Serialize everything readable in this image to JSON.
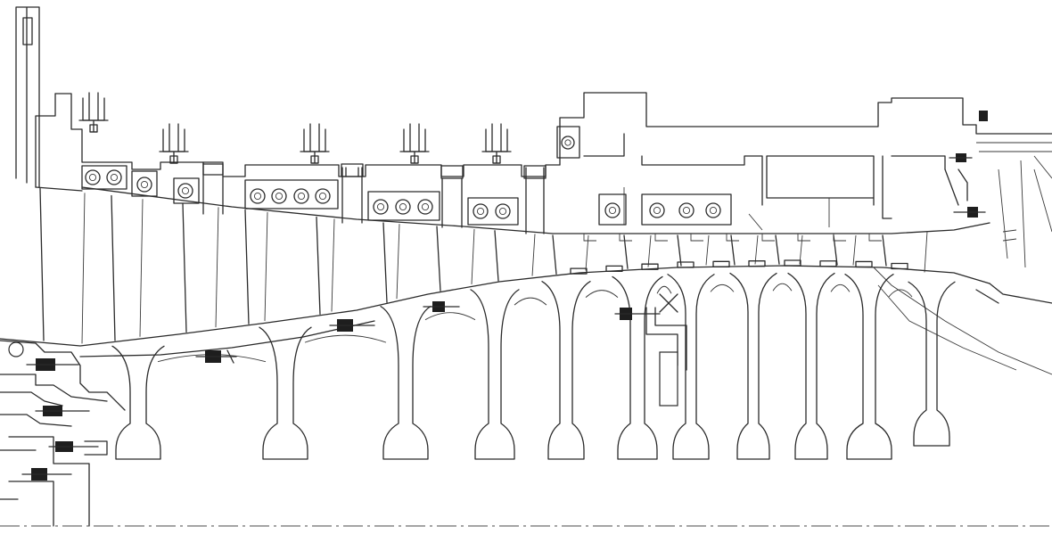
{
  "drawing": {
    "stroke_color": "#2a2a2a",
    "background_color": "#ffffff",
    "compressor_stages": 15,
    "outer_casing_rings": 9,
    "hub_disks": 11
  }
}
